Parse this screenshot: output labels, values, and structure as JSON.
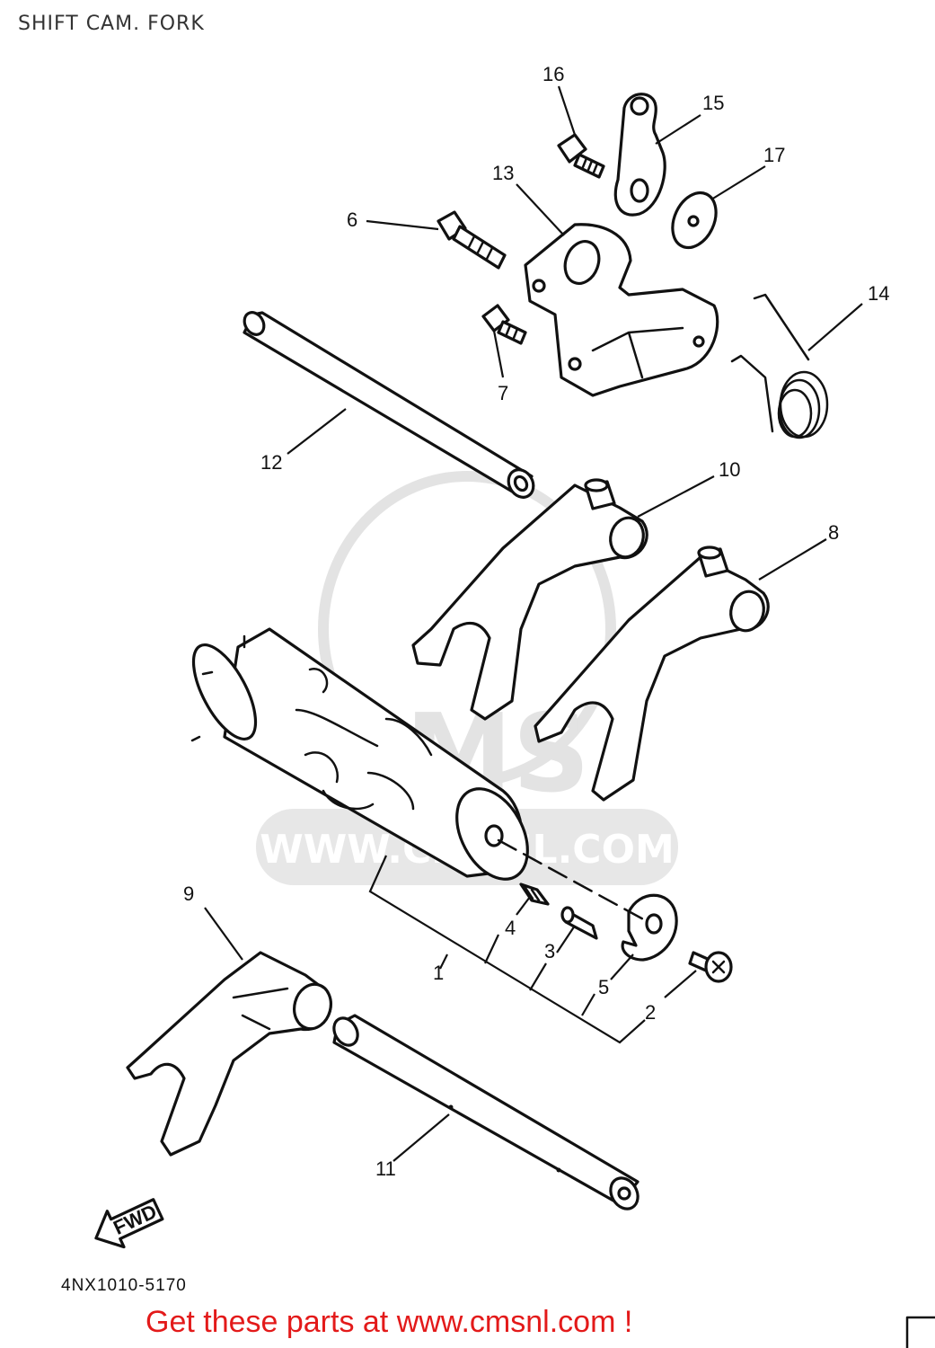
{
  "page": {
    "title": "SHIFT CAM. FORK",
    "diagram_code": "4NX1010-5170",
    "cta_text": "Get these parts at www.cmsnl.com !",
    "cta_color": "#e31a1a"
  },
  "direction_arrow": {
    "label": "FWD"
  },
  "watermark": {
    "brand": "CMS",
    "url": "WWW.CMSNL.COM"
  },
  "callouts": [
    {
      "number": "1",
      "part": "shift-cam-assembly"
    },
    {
      "number": "2",
      "part": "screw"
    },
    {
      "number": "3",
      "part": "pin"
    },
    {
      "number": "4",
      "part": "dowel-pin"
    },
    {
      "number": "5",
      "part": "washer-plate"
    },
    {
      "number": "6",
      "part": "bolt"
    },
    {
      "number": "7",
      "part": "bolt"
    },
    {
      "number": "8",
      "part": "shift-fork"
    },
    {
      "number": "9",
      "part": "shift-fork"
    },
    {
      "number": "10",
      "part": "shift-fork"
    },
    {
      "number": "11",
      "part": "guide-bar"
    },
    {
      "number": "12",
      "part": "guide-bar"
    },
    {
      "number": "13",
      "part": "stopper-lever"
    },
    {
      "number": "14",
      "part": "torsion-spring"
    },
    {
      "number": "15",
      "part": "segment"
    },
    {
      "number": "16",
      "part": "bolt"
    },
    {
      "number": "17",
      "part": "collar"
    }
  ]
}
